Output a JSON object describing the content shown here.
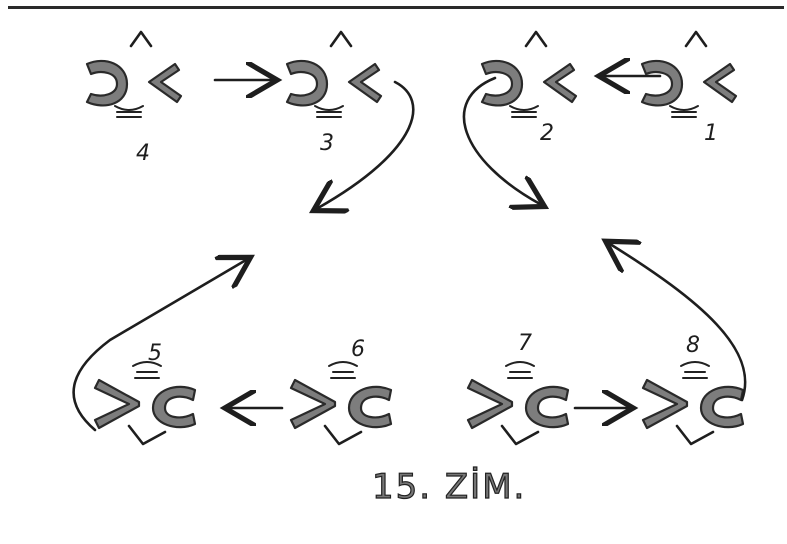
{
  "figure": {
    "caption": "15. ZİM.",
    "nodes": [
      {
        "id": "4",
        "label": "4"
      },
      {
        "id": "3",
        "label": "3"
      },
      {
        "id": "2",
        "label": "2"
      },
      {
        "id": "1",
        "label": "1"
      },
      {
        "id": "5",
        "label": "5"
      },
      {
        "id": "6",
        "label": "6"
      },
      {
        "id": "7",
        "label": "7"
      },
      {
        "id": "8",
        "label": "8"
      }
    ],
    "edges": [
      {
        "from": "4",
        "to": "3"
      },
      {
        "from": "1",
        "to": "2"
      },
      {
        "from": "7",
        "to": "8"
      },
      {
        "from": "6",
        "to": "5"
      }
    ],
    "colors": {
      "ink": "#1e1e1e",
      "fill": "#7d7d7d",
      "background": "#ffffff"
    }
  }
}
